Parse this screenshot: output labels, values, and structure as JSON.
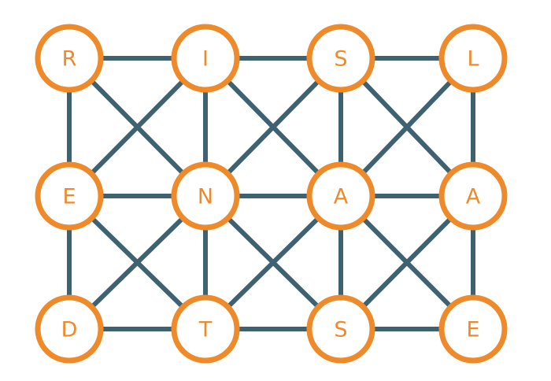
{
  "board": {
    "rows": 3,
    "cols": 4,
    "letters": [
      [
        "R",
        "I",
        "S",
        "L"
      ],
      [
        "E",
        "N",
        "A",
        "A"
      ],
      [
        "D",
        "T",
        "S",
        "E"
      ]
    ]
  },
  "style": {
    "node_stroke": "#EF8A2A",
    "node_fill": "#FFFFFF",
    "edge_color": "#3E6272",
    "letter_color": "#EF8A2A"
  }
}
